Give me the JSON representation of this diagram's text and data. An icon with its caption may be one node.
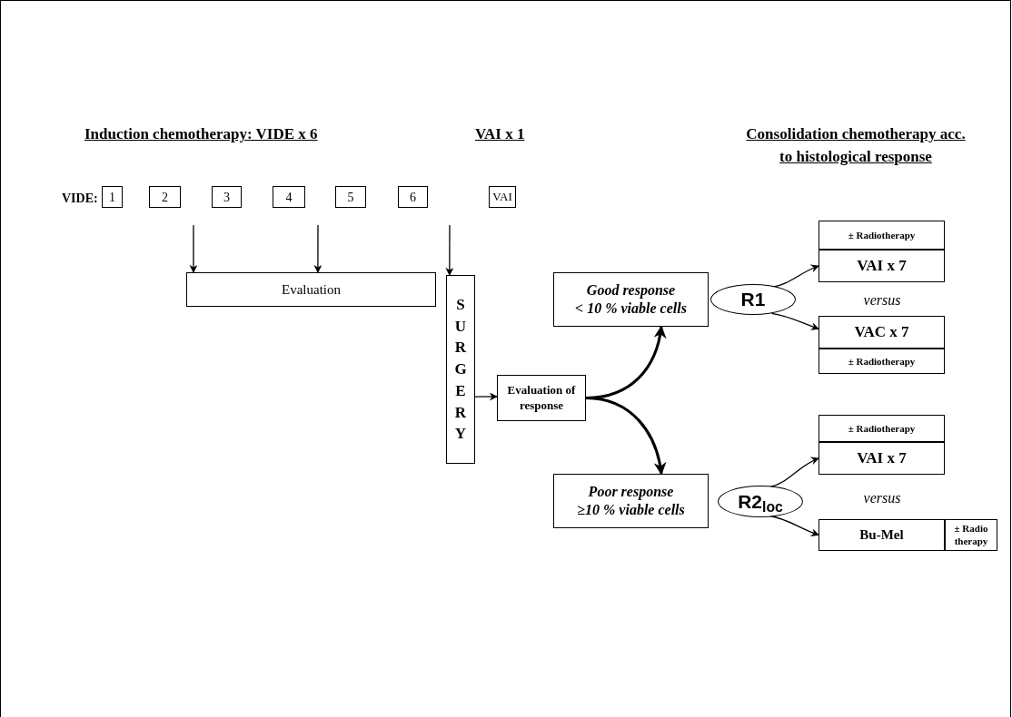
{
  "diagram": {
    "nodes": [
      {
        "text": [
          "1"
        ]
      },
      {
        "text": [
          "2"
        ]
      },
      {
        "text": [
          "3"
        ]
      },
      {
        "text": [
          "4"
        ]
      },
      {
        "text": [
          "5"
        ]
      },
      {
        "text": [
          "6"
        ]
      },
      {
        "text": [
          "VAI"
        ]
      },
      {
        "text": [
          "Evaluation"
        ]
      },
      {
        "text": [
          "SURGERY"
        ]
      },
      {
        "text": [
          "Evaluation of response"
        ]
      },
      {
        "text": [
          "Good response",
          "< 10 %  viable cells"
        ]
      },
      {
        "text": [
          "R1"
        ]
      },
      {
        "text": [
          "± Radiotherapy"
        ]
      },
      {
        "text": [
          "VAI x 7"
        ]
      },
      {
        "text": [
          "VAC x 7"
        ]
      },
      {
        "text": [
          "± Radiotherapy"
        ]
      },
      {
        "text": [
          "Poor response",
          "≥10 %  viable cells"
        ]
      },
      {
        "text": [
          "R2$_{loc}$"
        ]
      },
      {
        "text": [
          "± Radiotherapy"
        ]
      },
      {
        "text": [
          "VAI x 7"
        ]
      },
      {
        "text": [
          "Bu-Mel"
        ]
      },
      {
        "text": [
          "± Radio therapy"
        ]
      }
    ],
    "edges": [
      {
        "from": null,
        "to": 7,
        "arrow": "to"
      },
      {
        "from": null,
        "to": 7,
        "arrow": "to"
      },
      {
        "from": null,
        "to": 8,
        "arrow": "to"
      },
      {
        "from": 8,
        "to": 9,
        "arrow": "to"
      },
      {
        "from": 9,
        "to": 10,
        "arrow": "to",
        "style": "thick"
      },
      {
        "from": 9,
        "to": 16,
        "arrow": "to",
        "style": "thick"
      },
      {
        "from": 11,
        "to": 13,
        "arrow": "to"
      },
      {
        "from": 11,
        "to": 14,
        "arrow": "to"
      },
      {
        "from": 17,
        "to": 19,
        "arrow": "to"
      },
      {
        "from": 17,
        "to": 20,
        "arrow": "to"
      }
    ],
    "labels": [
      "Induction chemotherapy: VIDE x 6",
      "VAI x 1",
      "Consolidation chemotherapy acc. to histological response",
      "VIDE:",
      "versus",
      "versus"
    ]
  }
}
